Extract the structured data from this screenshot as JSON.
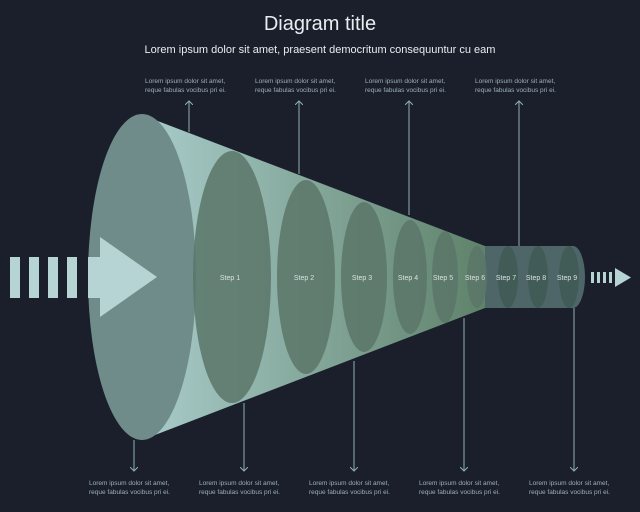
{
  "title": "Diagram title",
  "subtitle": "Lorem ipsum dolor sit amet, praesent democritum consequuntur cu eam",
  "steps": [
    "Step 1",
    "Step 2",
    "Step 3",
    "Step 4",
    "Step 5",
    "Step 6",
    "Step 7",
    "Step 8",
    "Step 9"
  ],
  "top_notes": [
    {
      "l1": "Lorem ipsum dolor sit amet,",
      "l2": "reque fabulas vocibus pri ei."
    },
    {
      "l1": "Lorem ipsum dolor sit amet,",
      "l2": "reque fabulas vocibus pri ei."
    },
    {
      "l1": "Lorem ipsum dolor sit amet,",
      "l2": "reque fabulas vocibus pri ei."
    },
    {
      "l1": "Lorem ipsum dolor sit amet,",
      "l2": "reque fabulas vocibus pri ei."
    }
  ],
  "bottom_notes": [
    {
      "l1": "Lorem ipsum dolor sit amet,",
      "l2": "reque fabulas vocibus pri ei."
    },
    {
      "l1": "Lorem ipsum dolor sit amet,",
      "l2": "reque fabulas vocibus pri ei."
    },
    {
      "l1": "Lorem ipsum dolor sit amet,",
      "l2": "reque fabulas vocibus pri ei."
    },
    {
      "l1": "Lorem ipsum dolor sit amet,",
      "l2": "reque fabulas vocibus pri ei."
    },
    {
      "l1": "Lorem ipsum dolor sit amet,",
      "l2": "reque fabulas vocibus pri ei."
    }
  ]
}
